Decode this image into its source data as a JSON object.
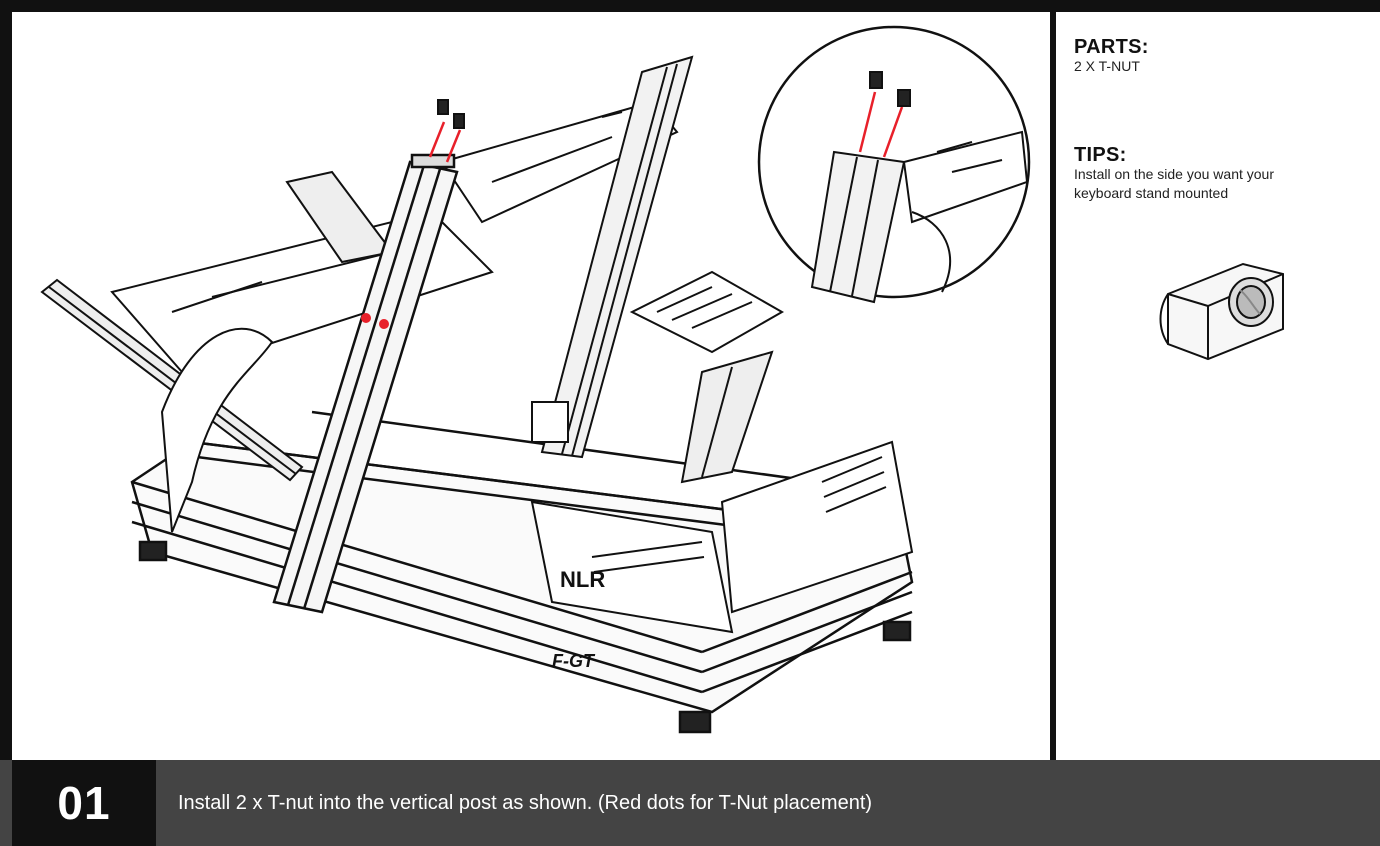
{
  "parts": {
    "heading": "PARTS:",
    "items": "2 X T-NUT"
  },
  "tips": {
    "heading": "TIPS:",
    "line1": "Install on the side you want your",
    "line2": "keyboard stand mounted"
  },
  "footer": {
    "step_number": "01",
    "instruction": "Install 2 x T-nut into the vertical post as shown.  (Red dots for T-Nut placement)"
  },
  "illustration": {
    "logo_text": "NLR",
    "brand_text": "F-GT"
  },
  "colors": {
    "frame": "#111111",
    "footer_bg": "#444444",
    "step_bg": "#111111",
    "marker_red": "#e8202a"
  }
}
